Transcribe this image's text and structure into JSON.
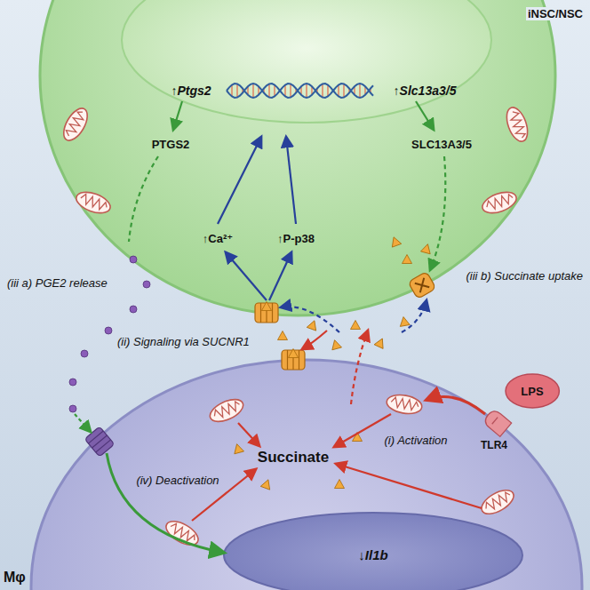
{
  "diagram": {
    "nodes": [
      {
        "text": [
          "iNSC/NSC"
        ]
      },
      {
        "text": [
          "↑Ptgs2",
          "↑Slc13a3/5"
        ],
        "in": 0
      },
      {
        "text": [
          "Mφ"
        ]
      },
      {
        "text": [
          "LPS"
        ]
      },
      {
        "text": [
          "↓Il1b"
        ],
        "in": 2
      }
    ],
    "labels": [
      "PTGS2",
      "SLC13A3/5",
      "↑Ca²⁺",
      "↑P-p38",
      "(iii a) PGE2 release",
      "(iii b) Succinate uptake",
      "(ii) Signaling via SUCNR1",
      "Succinate",
      "(i) Activation",
      "TLR4",
      "(iv) Deactivation"
    ]
  }
}
